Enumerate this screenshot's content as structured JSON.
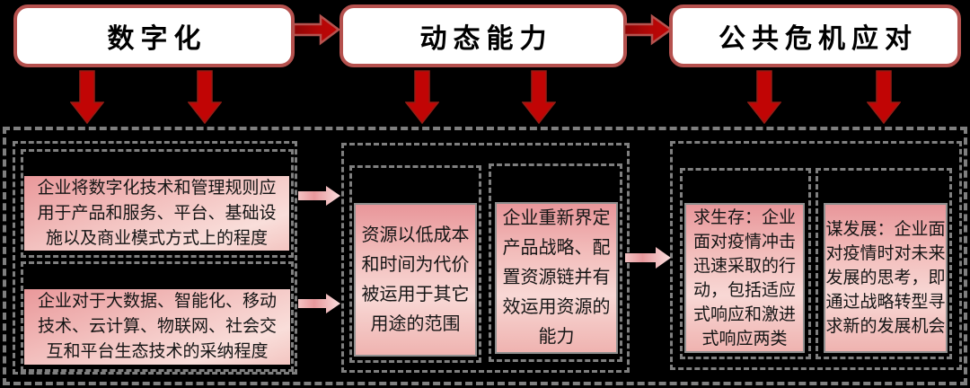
{
  "title_row": [
    {
      "label": "数字化"
    },
    {
      "label": "动态能力"
    },
    {
      "label": "公共危机应对"
    }
  ],
  "sections": [
    {
      "id": "digitalization",
      "boxes": [
        {
          "text": "企业将数字化技术和管理规则应用于产品和服务、平台、基础设施以及商业模式方式上的程度"
        },
        {
          "text": "企业对于大数据、智能化、移动技术、云计算、物联网、社会交互和平台生态技术的采纳程度"
        }
      ]
    },
    {
      "id": "dynamic-capability",
      "boxes": [
        {
          "text": "资源以低成本和时间为代价被运用于其它用途的范围"
        },
        {
          "text": "企业重新界定产品战略、配置资源链并有效运用资源的能力"
        }
      ]
    },
    {
      "id": "public-crisis-response",
      "boxes": [
        {
          "text": "求生存：企业面对疫情冲击迅速采取的行动，包括适应式响应和激进式响应两类"
        },
        {
          "text": "谋发展：企业面对疫情时对未来发展的思考，即通过战略转型寻求新的发展机会"
        }
      ]
    }
  ],
  "colors": {
    "background": "#000000",
    "node_border": "#B5514E",
    "node_fill": "#FFFFFF",
    "arrow_red_fill": "#C10505",
    "arrow_red_dark": "#9E0B0B",
    "arrow_red_outline": "#B5534F",
    "arrow_pink_light": "#F6CCCC",
    "arrow_pink_mid": "#E89A9D",
    "pink_box_top": "#E8969A",
    "pink_box_light": "#F8D8D5",
    "dashed_border": "#7F7F7F",
    "text_color": "#151515"
  }
}
